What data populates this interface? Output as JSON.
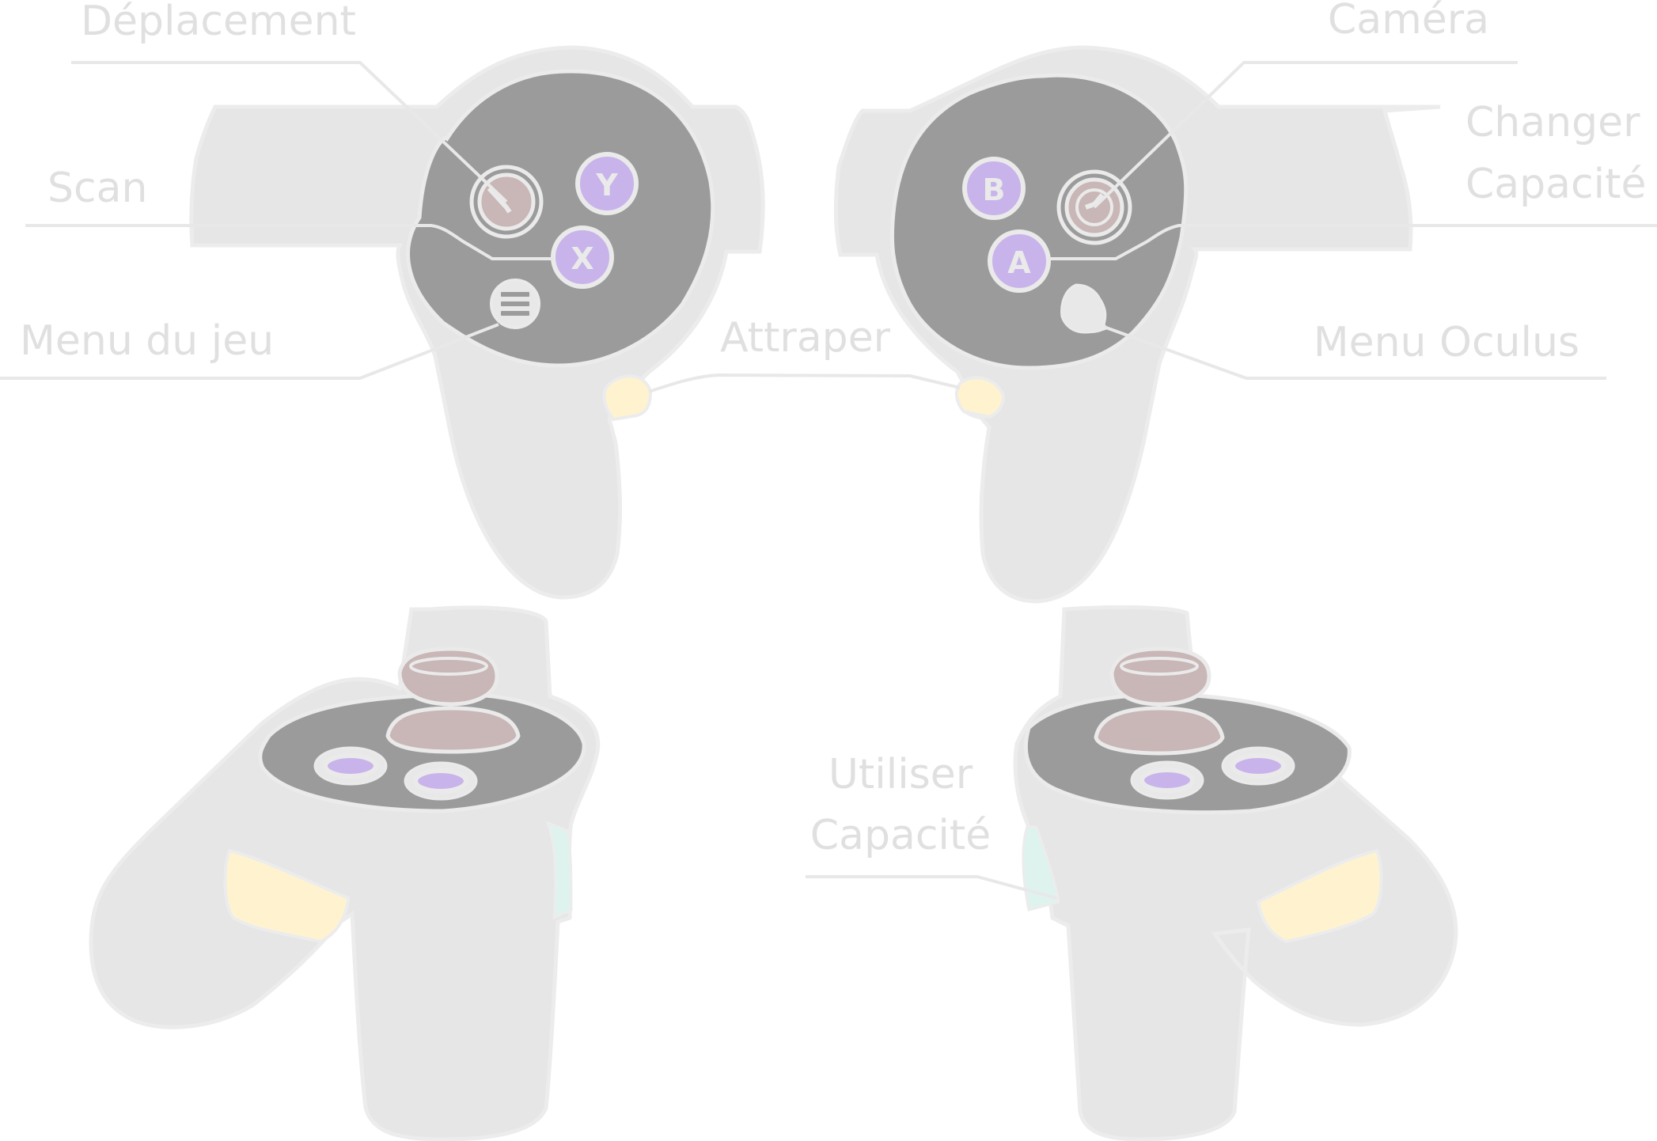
{
  "labels": {
    "deplacement": "Déplacement",
    "scan": "Scan",
    "menu_du_jeu": "Menu du jeu",
    "attraper": "Attraper",
    "camera": "Caméra",
    "changer_line1": "Changer",
    "changer_line2": "Capacité",
    "menu_oculus": "Menu Oculus",
    "utiliser_line1": "Utiliser",
    "utiliser_line2": "Capacité"
  },
  "buttons": {
    "y": "Y",
    "x": "X",
    "b": "B",
    "a": "A"
  },
  "colors": {
    "face_button": "#c8b3ea",
    "controller_face": "#9b9b9b",
    "controller_shell": "#e6e6e6",
    "thumbstick": "#c9b6b6",
    "grip_trigger": "#fff3cf",
    "index_trigger": "#dff3ee",
    "label_text": "#e0e0e0"
  }
}
